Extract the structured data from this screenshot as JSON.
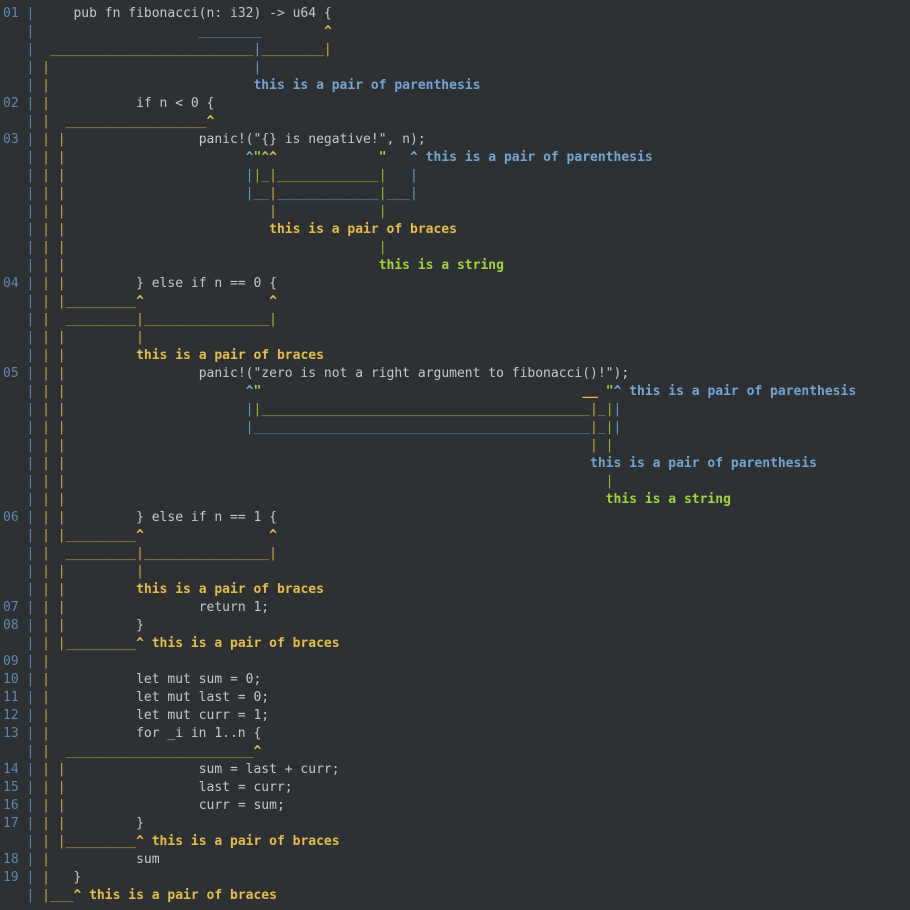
{
  "app": {
    "kind": "terminal-diagnostic-output",
    "language": "rust",
    "colors": {
      "background": "#2d3134",
      "line_number": "#5f87af",
      "code_text": "#c5c8c6",
      "parenthesis_pair": "#6699cc",
      "brace_pair": "#d9ab3a",
      "string_pair": "#8fc029"
    },
    "labels": {
      "parenthesis": "this is a pair of parenthesis",
      "braces": "this is a pair of braces",
      "string": "this is a string"
    },
    "source_lines": [
      "pub fn fibonacci(n: i32) -> u64 {",
      "if n < 0 {",
      "panic!(\"{} is negative!\", n);",
      "} else if n == 0 {",
      "panic!(\"zero is not a right argument to fibonacci()!\");",
      "} else if n == 1 {",
      "return 1;",
      "}",
      "",
      "let mut sum = 0;",
      "let mut last = 0;",
      "let mut curr = 1;",
      "for _i in 1..n {",
      "sum = last + curr;",
      "last = curr;",
      "curr = sum;",
      "}",
      "sum",
      "}"
    ]
  },
  "rows": [
    [
      [
        0,
        "num",
        "01"
      ],
      [
        3,
        "num",
        "|"
      ],
      [
        9,
        "code",
        "pub fn fibonacci(n: i32) -> u64 {"
      ]
    ],
    [
      [
        3,
        "num",
        "|"
      ],
      [
        25,
        "blu",
        "________"
      ],
      [
        41,
        "yel b",
        "^"
      ]
    ],
    [
      [
        3,
        "num",
        "|"
      ],
      [
        6,
        "yel",
        "__________________________"
      ],
      [
        32,
        "blu",
        "|"
      ],
      [
        33,
        "yel",
        "________"
      ],
      [
        41,
        "yel",
        "|"
      ]
    ],
    [
      [
        3,
        "num",
        "|"
      ],
      [
        5,
        "yel",
        "|"
      ],
      [
        32,
        "blu",
        "|"
      ]
    ],
    [
      [
        3,
        "num",
        "|"
      ],
      [
        5,
        "yel",
        "|"
      ],
      [
        32,
        "blu b",
        "this is a pair of parenthesis"
      ]
    ],
    [
      [
        0,
        "num",
        "02"
      ],
      [
        3,
        "num",
        "|"
      ],
      [
        5,
        "yel",
        "|"
      ],
      [
        17,
        "code",
        "if n < 0 {"
      ]
    ],
    [
      [
        3,
        "num",
        "|"
      ],
      [
        5,
        "yel",
        "|"
      ],
      [
        8,
        "yel",
        "__________________"
      ],
      [
        26,
        "yel b",
        "^"
      ]
    ],
    [
      [
        0,
        "num",
        "03"
      ],
      [
        3,
        "num",
        "|"
      ],
      [
        5,
        "yel",
        "|"
      ],
      [
        7,
        "yel",
        "|"
      ],
      [
        25,
        "code",
        "panic!(\"{} is negative!\", n);"
      ]
    ],
    [
      [
        3,
        "num",
        "|"
      ],
      [
        5,
        "yel",
        "|"
      ],
      [
        7,
        "yel",
        "|"
      ],
      [
        31,
        "blu b",
        "^"
      ],
      [
        32,
        "grn b",
        "\""
      ],
      [
        33,
        "grn b",
        "^"
      ],
      [
        34,
        "yel b",
        "^"
      ],
      [
        48,
        "grn b",
        "\""
      ],
      [
        52,
        "blu b",
        "^"
      ],
      [
        54,
        "blu b",
        "this is a pair of parenthesis"
      ]
    ],
    [
      [
        3,
        "num",
        "|"
      ],
      [
        5,
        "yel",
        "|"
      ],
      [
        7,
        "yel",
        "|"
      ],
      [
        31,
        "blu",
        "|"
      ],
      [
        32,
        "grn",
        "|"
      ],
      [
        33,
        "grn",
        "_"
      ],
      [
        34,
        "yel",
        "|"
      ],
      [
        35,
        "grn",
        "_____________"
      ],
      [
        48,
        "grn",
        "|"
      ],
      [
        52,
        "blu",
        "|"
      ]
    ],
    [
      [
        3,
        "num",
        "|"
      ],
      [
        5,
        "yel",
        "|"
      ],
      [
        7,
        "yel",
        "|"
      ],
      [
        31,
        "blu",
        "|"
      ],
      [
        32,
        "blu",
        "__"
      ],
      [
        34,
        "yel",
        "|"
      ],
      [
        35,
        "blu",
        "_____________"
      ],
      [
        48,
        "grn",
        "|"
      ],
      [
        49,
        "blu",
        "___"
      ],
      [
        52,
        "blu",
        "|"
      ]
    ],
    [
      [
        3,
        "num",
        "|"
      ],
      [
        5,
        "yel",
        "|"
      ],
      [
        7,
        "yel",
        "|"
      ],
      [
        34,
        "yel",
        "|"
      ],
      [
        48,
        "grn",
        "|"
      ]
    ],
    [
      [
        3,
        "num",
        "|"
      ],
      [
        5,
        "yel",
        "|"
      ],
      [
        7,
        "yel",
        "|"
      ],
      [
        34,
        "yel b",
        "this is a pair of braces"
      ]
    ],
    [
      [
        3,
        "num",
        "|"
      ],
      [
        5,
        "yel",
        "|"
      ],
      [
        7,
        "yel",
        "|"
      ],
      [
        48,
        "grn",
        "|"
      ]
    ],
    [
      [
        3,
        "num",
        "|"
      ],
      [
        5,
        "yel",
        "|"
      ],
      [
        7,
        "yel",
        "|"
      ],
      [
        48,
        "grn b",
        "this is a string"
      ]
    ],
    [
      [
        0,
        "num",
        "04"
      ],
      [
        3,
        "num",
        "|"
      ],
      [
        5,
        "yel",
        "|"
      ],
      [
        7,
        "yel",
        "|"
      ],
      [
        17,
        "code",
        "} else if n == 0 {"
      ]
    ],
    [
      [
        3,
        "num",
        "|"
      ],
      [
        5,
        "yel",
        "|"
      ],
      [
        7,
        "yel",
        "|"
      ],
      [
        8,
        "yel",
        "_________"
      ],
      [
        17,
        "yel b",
        "^"
      ],
      [
        34,
        "yel b",
        "^"
      ]
    ],
    [
      [
        3,
        "num",
        "|"
      ],
      [
        5,
        "yel",
        "|"
      ],
      [
        8,
        "yel",
        "_________"
      ],
      [
        17,
        "yel",
        "|"
      ],
      [
        18,
        "yel",
        "________________"
      ],
      [
        34,
        "yel",
        "|"
      ]
    ],
    [
      [
        3,
        "num",
        "|"
      ],
      [
        5,
        "yel",
        "|"
      ],
      [
        7,
        "yel",
        "|"
      ],
      [
        17,
        "yel",
        "|"
      ]
    ],
    [
      [
        3,
        "num",
        "|"
      ],
      [
        5,
        "yel",
        "|"
      ],
      [
        7,
        "yel",
        "|"
      ],
      [
        17,
        "yel b",
        "this is a pair of braces"
      ]
    ],
    [
      [
        0,
        "num",
        "05"
      ],
      [
        3,
        "num",
        "|"
      ],
      [
        5,
        "yel",
        "|"
      ],
      [
        7,
        "yel",
        "|"
      ],
      [
        25,
        "code",
        "panic!(\"zero is not a right argument to fibonacci()!\");"
      ]
    ],
    [
      [
        3,
        "num",
        "|"
      ],
      [
        5,
        "yel",
        "|"
      ],
      [
        7,
        "yel",
        "|"
      ],
      [
        31,
        "blu b",
        "^"
      ],
      [
        32,
        "grn b",
        "\""
      ],
      [
        74,
        "yel b",
        "__"
      ],
      [
        77,
        "grn b",
        "\""
      ],
      [
        78,
        "blu b",
        "^"
      ],
      [
        80,
        "blu b",
        "this is a pair of parenthesis"
      ]
    ],
    [
      [
        3,
        "num",
        "|"
      ],
      [
        5,
        "yel",
        "|"
      ],
      [
        7,
        "yel",
        "|"
      ],
      [
        31,
        "blu",
        "|"
      ],
      [
        32,
        "grn",
        "|"
      ],
      [
        33,
        "grn",
        "__________________________________________"
      ],
      [
        75,
        "yel",
        "|"
      ],
      [
        76,
        "grn",
        "_"
      ],
      [
        77,
        "grn",
        "|"
      ],
      [
        78,
        "blu",
        "|"
      ]
    ],
    [
      [
        3,
        "num",
        "|"
      ],
      [
        5,
        "yel",
        "|"
      ],
      [
        7,
        "yel",
        "|"
      ],
      [
        31,
        "blu",
        "|"
      ],
      [
        32,
        "blu",
        "___________________________________________"
      ],
      [
        75,
        "yel",
        "|"
      ],
      [
        76,
        "blu",
        "_"
      ],
      [
        77,
        "grn",
        "|"
      ],
      [
        78,
        "blu",
        "|"
      ]
    ],
    [
      [
        3,
        "num",
        "|"
      ],
      [
        5,
        "yel",
        "|"
      ],
      [
        7,
        "yel",
        "|"
      ],
      [
        75,
        "yel",
        "|"
      ],
      [
        77,
        "grn",
        "|"
      ]
    ],
    [
      [
        3,
        "num",
        "|"
      ],
      [
        5,
        "yel",
        "|"
      ],
      [
        7,
        "yel",
        "|"
      ],
      [
        75,
        "blu b",
        "this is a pair of parenthesis"
      ]
    ],
    [
      [
        3,
        "num",
        "|"
      ],
      [
        5,
        "yel",
        "|"
      ],
      [
        7,
        "yel",
        "|"
      ],
      [
        77,
        "grn",
        "|"
      ]
    ],
    [
      [
        3,
        "num",
        "|"
      ],
      [
        5,
        "yel",
        "|"
      ],
      [
        7,
        "yel",
        "|"
      ],
      [
        77,
        "grn b",
        "this is a string"
      ]
    ],
    [
      [
        0,
        "num",
        "06"
      ],
      [
        3,
        "num",
        "|"
      ],
      [
        5,
        "yel",
        "|"
      ],
      [
        7,
        "yel",
        "|"
      ],
      [
        17,
        "code",
        "} else if n == 1 {"
      ]
    ],
    [
      [
        3,
        "num",
        "|"
      ],
      [
        5,
        "yel",
        "|"
      ],
      [
        7,
        "yel",
        "|"
      ],
      [
        8,
        "yel",
        "_________"
      ],
      [
        17,
        "yel b",
        "^"
      ],
      [
        34,
        "yel b",
        "^"
      ]
    ],
    [
      [
        3,
        "num",
        "|"
      ],
      [
        5,
        "yel",
        "|"
      ],
      [
        8,
        "yel",
        "_________"
      ],
      [
        17,
        "yel",
        "|"
      ],
      [
        18,
        "yel",
        "________________"
      ],
      [
        34,
        "yel",
        "|"
      ]
    ],
    [
      [
        3,
        "num",
        "|"
      ],
      [
        5,
        "yel",
        "|"
      ],
      [
        7,
        "yel",
        "|"
      ],
      [
        17,
        "yel",
        "|"
      ]
    ],
    [
      [
        3,
        "num",
        "|"
      ],
      [
        5,
        "yel",
        "|"
      ],
      [
        7,
        "yel",
        "|"
      ],
      [
        17,
        "yel b",
        "this is a pair of braces"
      ]
    ],
    [
      [
        0,
        "num",
        "07"
      ],
      [
        3,
        "num",
        "|"
      ],
      [
        5,
        "yel",
        "|"
      ],
      [
        7,
        "yel",
        "|"
      ],
      [
        25,
        "code",
        "return 1;"
      ]
    ],
    [
      [
        0,
        "num",
        "08"
      ],
      [
        3,
        "num",
        "|"
      ],
      [
        5,
        "yel",
        "|"
      ],
      [
        7,
        "yel",
        "|"
      ],
      [
        17,
        "code",
        "}"
      ]
    ],
    [
      [
        3,
        "num",
        "|"
      ],
      [
        5,
        "yel",
        "|"
      ],
      [
        7,
        "yel",
        "|"
      ],
      [
        8,
        "yel",
        "_________"
      ],
      [
        17,
        "yel b",
        "^"
      ],
      [
        19,
        "yel b",
        "this is a pair of braces"
      ]
    ],
    [
      [
        0,
        "num",
        "09"
      ],
      [
        3,
        "num",
        "|"
      ],
      [
        5,
        "yel",
        "|"
      ]
    ],
    [
      [
        0,
        "num",
        "10"
      ],
      [
        3,
        "num",
        "|"
      ],
      [
        5,
        "yel",
        "|"
      ],
      [
        17,
        "code",
        "let mut sum = 0;"
      ]
    ],
    [
      [
        0,
        "num",
        "11"
      ],
      [
        3,
        "num",
        "|"
      ],
      [
        5,
        "yel",
        "|"
      ],
      [
        17,
        "code",
        "let mut last = 0;"
      ]
    ],
    [
      [
        0,
        "num",
        "12"
      ],
      [
        3,
        "num",
        "|"
      ],
      [
        5,
        "yel",
        "|"
      ],
      [
        17,
        "code",
        "let mut curr = 1;"
      ]
    ],
    [
      [
        0,
        "num",
        "13"
      ],
      [
        3,
        "num",
        "|"
      ],
      [
        5,
        "yel",
        "|"
      ],
      [
        17,
        "code",
        "for _i in 1..n {"
      ]
    ],
    [
      [
        3,
        "num",
        "|"
      ],
      [
        5,
        "yel",
        "|"
      ],
      [
        8,
        "yel",
        "________________________"
      ],
      [
        32,
        "yel b",
        "^"
      ]
    ],
    [
      [
        0,
        "num",
        "14"
      ],
      [
        3,
        "num",
        "|"
      ],
      [
        5,
        "yel",
        "|"
      ],
      [
        7,
        "yel",
        "|"
      ],
      [
        25,
        "code",
        "sum = last + curr;"
      ]
    ],
    [
      [
        0,
        "num",
        "15"
      ],
      [
        3,
        "num",
        "|"
      ],
      [
        5,
        "yel",
        "|"
      ],
      [
        7,
        "yel",
        "|"
      ],
      [
        25,
        "code",
        "last = curr;"
      ]
    ],
    [
      [
        0,
        "num",
        "16"
      ],
      [
        3,
        "num",
        "|"
      ],
      [
        5,
        "yel",
        "|"
      ],
      [
        7,
        "yel",
        "|"
      ],
      [
        25,
        "code",
        "curr = sum;"
      ]
    ],
    [
      [
        0,
        "num",
        "17"
      ],
      [
        3,
        "num",
        "|"
      ],
      [
        5,
        "yel",
        "|"
      ],
      [
        7,
        "yel",
        "|"
      ],
      [
        17,
        "code",
        "}"
      ]
    ],
    [
      [
        3,
        "num",
        "|"
      ],
      [
        5,
        "yel",
        "|"
      ],
      [
        7,
        "yel",
        "|"
      ],
      [
        8,
        "yel",
        "_________"
      ],
      [
        17,
        "yel b",
        "^"
      ],
      [
        19,
        "yel b",
        "this is a pair of braces"
      ]
    ],
    [
      [
        0,
        "num",
        "18"
      ],
      [
        3,
        "num",
        "|"
      ],
      [
        5,
        "yel",
        "|"
      ],
      [
        17,
        "code",
        "sum"
      ]
    ],
    [
      [
        0,
        "num",
        "19"
      ],
      [
        3,
        "num",
        "|"
      ],
      [
        5,
        "yel",
        "|"
      ],
      [
        9,
        "code",
        "}"
      ]
    ],
    [
      [
        3,
        "num",
        "|"
      ],
      [
        5,
        "yel",
        "|"
      ],
      [
        6,
        "yel",
        "___"
      ],
      [
        9,
        "yel b",
        "^"
      ],
      [
        11,
        "yel b",
        "this is a pair of braces"
      ]
    ]
  ]
}
